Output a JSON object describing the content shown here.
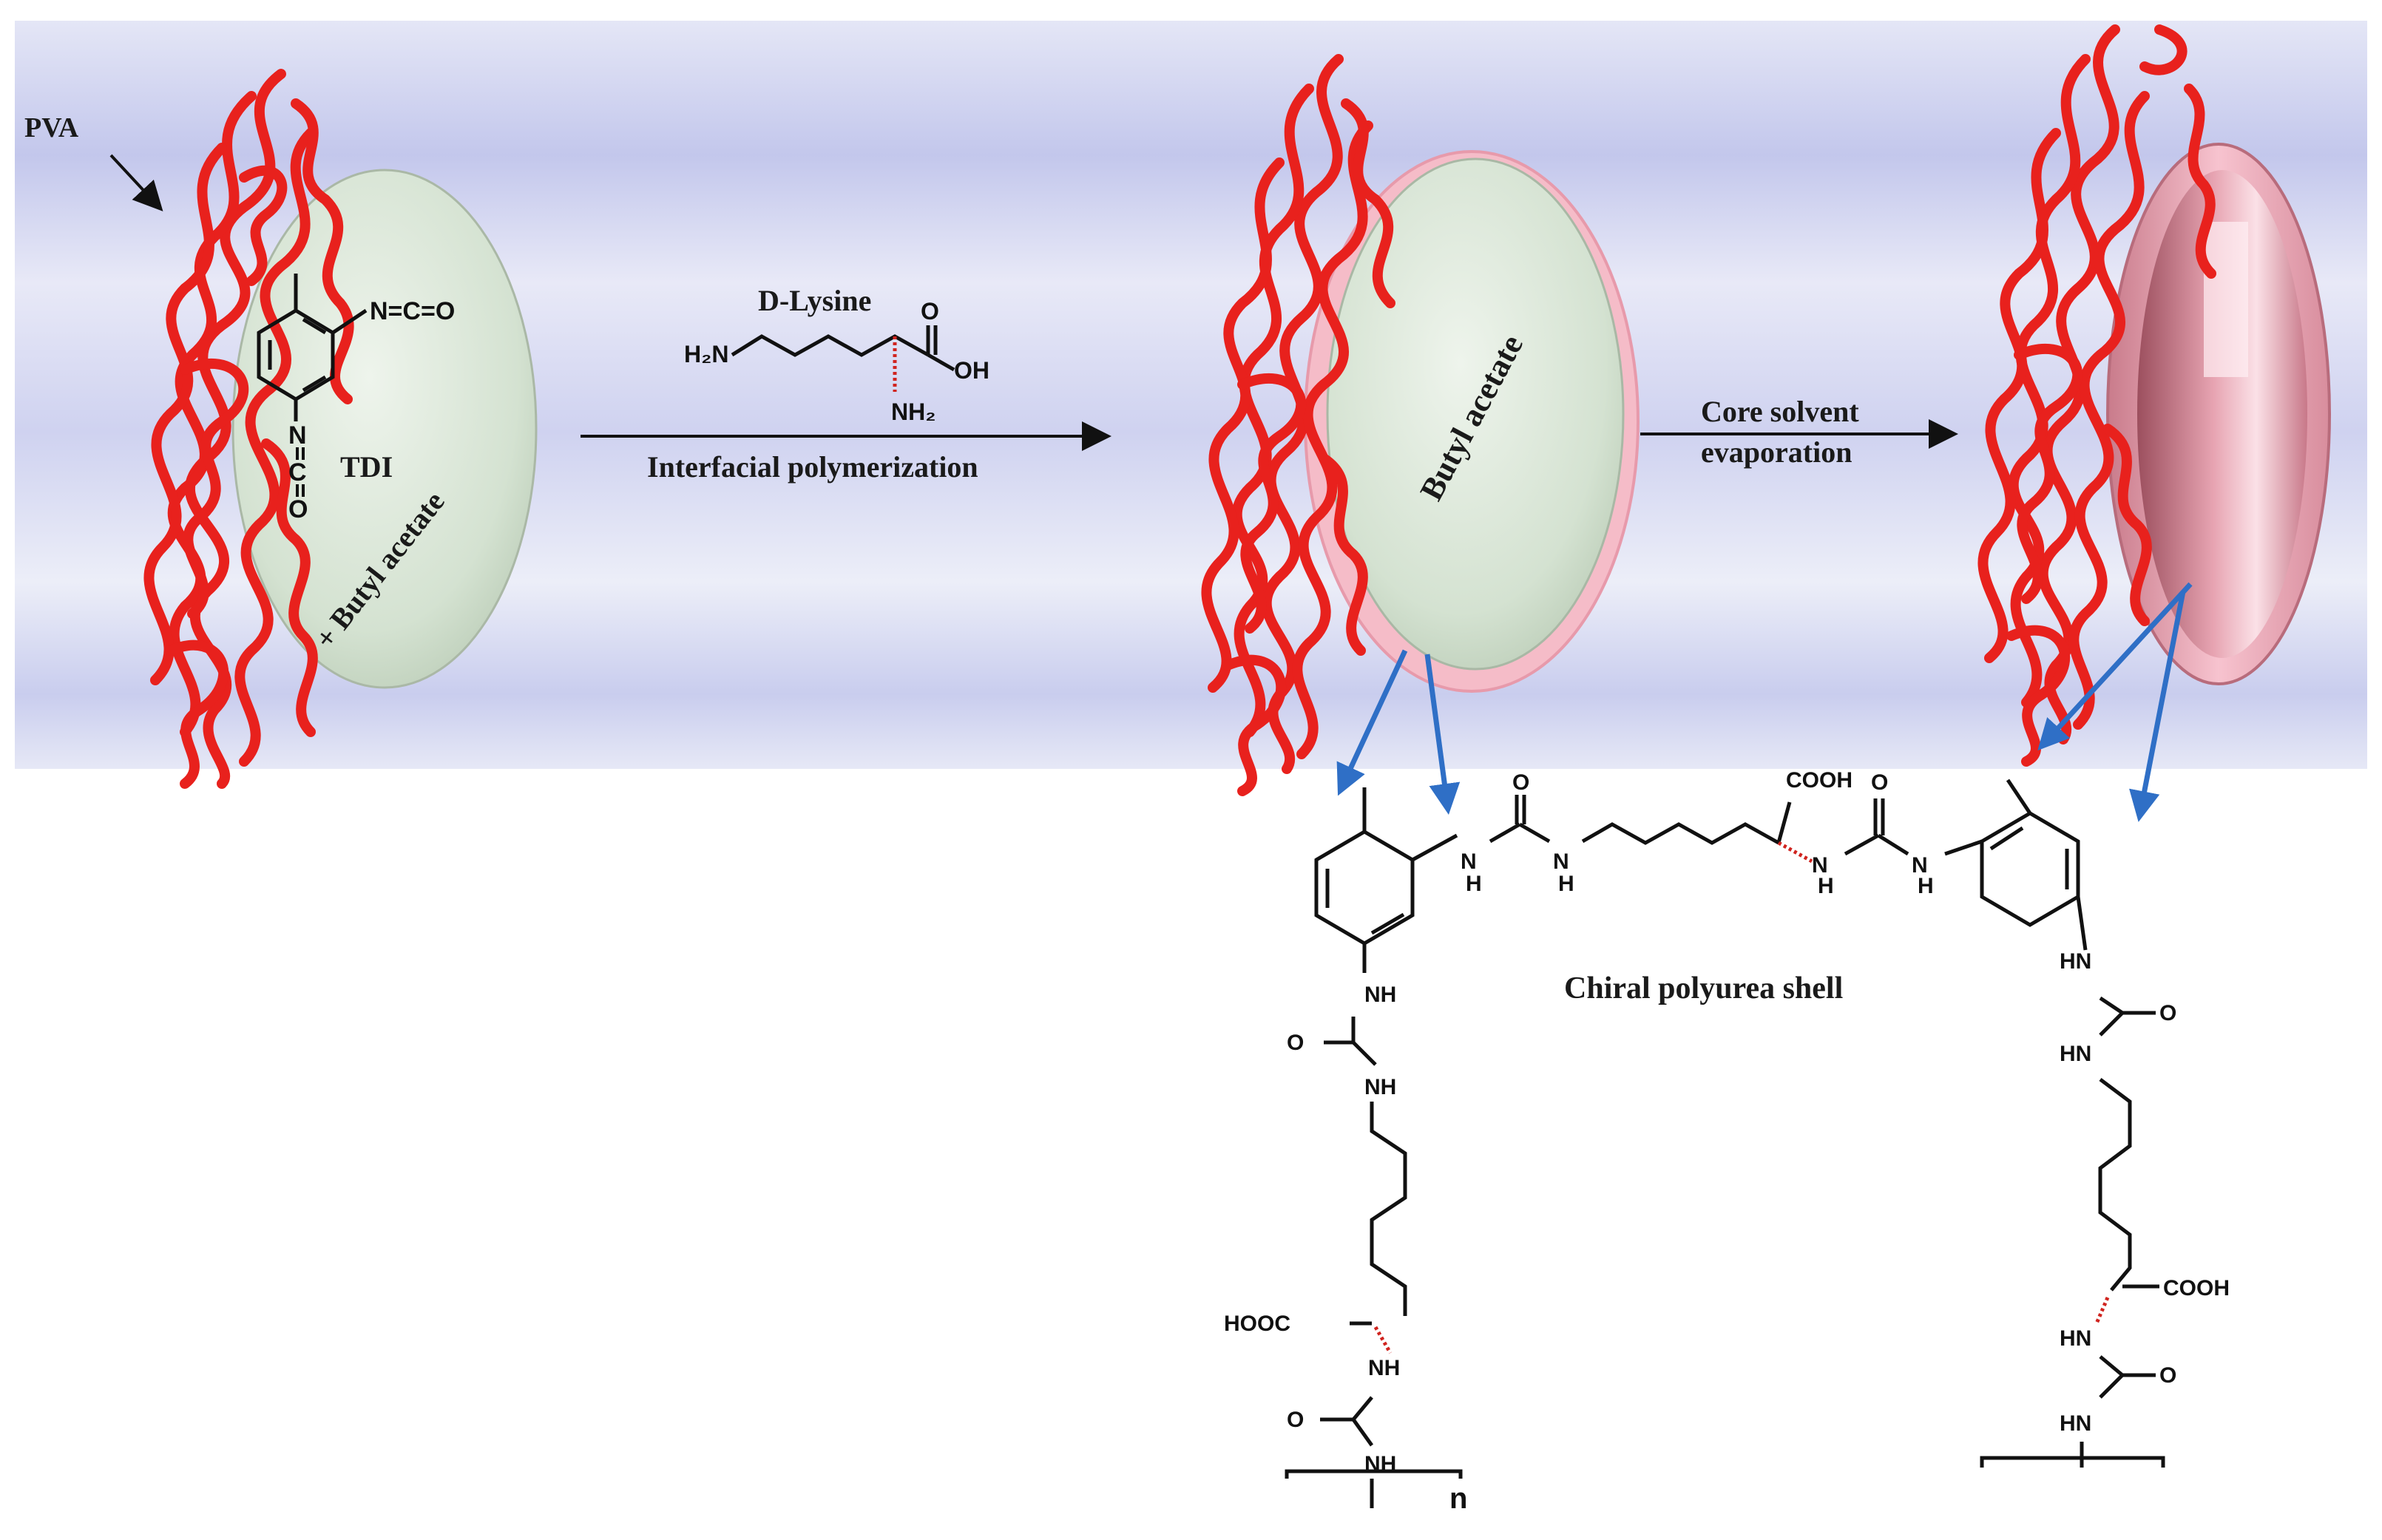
{
  "labels": {
    "pva": "PVA",
    "tdi": "TDI",
    "nco_top": "N=C=O",
    "nco_n": "N",
    "nco_c": "C",
    "nco_o": "O",
    "eq": "=",
    "butyl_left": "+ Butyl acetate",
    "d_lysine": "D-Lysine",
    "h2n": "H₂N",
    "o": "O",
    "oh": "OH",
    "nh2": "NH₂",
    "interfacial": "Interfacial polymerization",
    "butyl_mid": "Butyl acetate",
    "core_solvent_1": "Core solvent",
    "core_solvent_2": "evaporation",
    "shell_title": "Chiral polyurea shell",
    "nh": "NH",
    "hn": "HN",
    "h": "H",
    "n_atom": "N",
    "cooh": "COOH",
    "hooc": "HOOC",
    "n_sub": "n"
  },
  "colors": {
    "background_band": "#d9dcf3",
    "band_stripe": "#b9bde9",
    "pva_red": "#e8211d",
    "core_green": "#d9e6d6",
    "shell_pink": "#f6b9c6",
    "arrow_blue": "#2f6fc6",
    "text": "#1a1a1a"
  }
}
